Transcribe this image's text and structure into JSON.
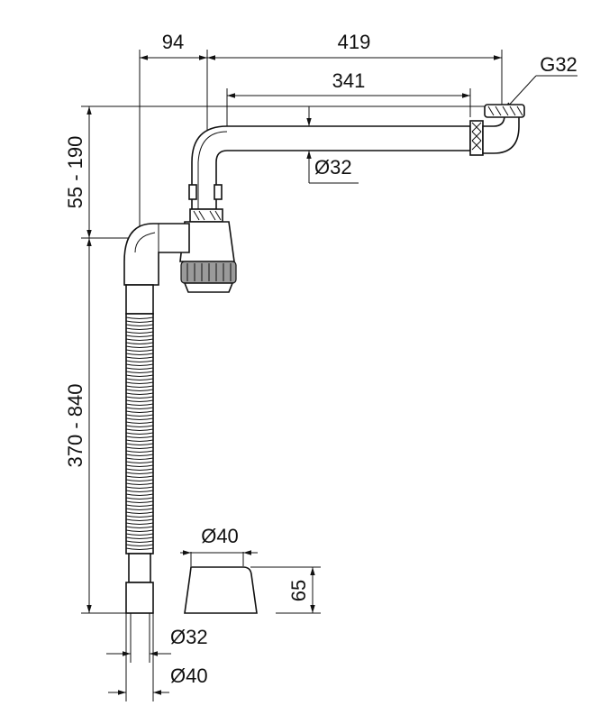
{
  "labels": {
    "top_width": "94",
    "total_width": "419",
    "outlet_length": "341",
    "thread": "G32",
    "pipe_diameter": "Ø32",
    "upper_height": "55 - 190",
    "hose_length": "370 - 840",
    "cap_diameter": "Ø40",
    "cap_height": "65",
    "end_inner_diameter": "Ø32",
    "end_outer_diameter": "Ø40"
  },
  "colors": {
    "line": "#111111",
    "fill_light": "#ececec",
    "fill_dark": "#9a9a9a"
  }
}
